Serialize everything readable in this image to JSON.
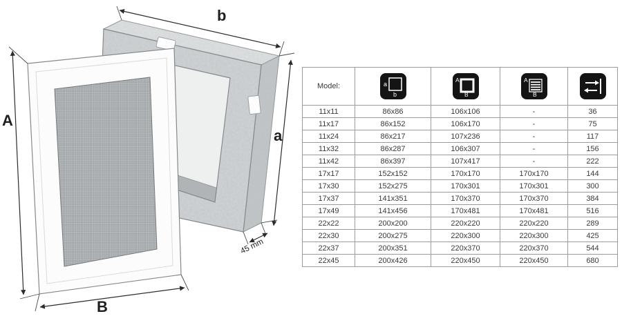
{
  "diagram": {
    "labels": {
      "frame_height": "A",
      "frame_width": "B",
      "duct_width": "b",
      "duct_height": "a",
      "depth": "45 mm"
    }
  },
  "table": {
    "model_header": "Model:",
    "icons": {
      "duct": {
        "name": "duct-size-icon",
        "label_a": "a",
        "label_b": "b"
      },
      "frame": {
        "name": "frame-size-icon",
        "label_a": "A",
        "label_b": "B"
      },
      "louver": {
        "name": "louver-grille-icon",
        "label_a": "A",
        "label_b": "B"
      },
      "section": {
        "name": "cross-section-icon"
      }
    },
    "rows": [
      [
        "11x11",
        "86x86",
        "106x106",
        "-",
        "36"
      ],
      [
        "11x17",
        "86x152",
        "106x170",
        "-",
        "75"
      ],
      [
        "11x24",
        "86x217",
        "107x236",
        "-",
        "117"
      ],
      [
        "11x32",
        "86x287",
        "106x307",
        "-",
        "156"
      ],
      [
        "11x42",
        "86x397",
        "107x417",
        "-",
        "222"
      ],
      [
        "17x17",
        "152x152",
        "170x170",
        "170x170",
        "144"
      ],
      [
        "17x30",
        "152x275",
        "170x301",
        "170x301",
        "300"
      ],
      [
        "17x37",
        "141x351",
        "170x370",
        "170x370",
        "384"
      ],
      [
        "17x49",
        "141x456",
        "170x481",
        "170x481",
        "516"
      ],
      [
        "22x22",
        "200x200",
        "220x220",
        "220x220",
        "289"
      ],
      [
        "22x30",
        "200x275",
        "220x300",
        "220x300",
        "425"
      ],
      [
        "22x37",
        "200x351",
        "220x370",
        "220x370",
        "544"
      ],
      [
        "22x45",
        "200x426",
        "220x450",
        "220x450",
        "680"
      ]
    ]
  },
  "colors": {
    "table_border": "#9b9b9b",
    "icon_bg": "#141414",
    "metal_fill": "#d0d4d6",
    "frame_fill": "#fcfcfc",
    "dim_text": "#1f1f1f"
  }
}
